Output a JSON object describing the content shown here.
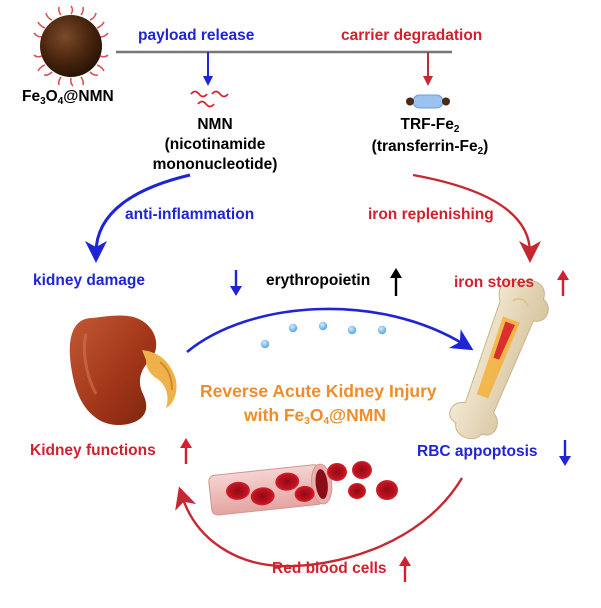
{
  "nanoparticle": {
    "name_prefix": "Fe",
    "sub1": "3",
    "mid": "O",
    "sub2": "4",
    "suffix": "@NMN"
  },
  "top": {
    "payload_release": "payload release",
    "carrier_degradation": "carrier degradation"
  },
  "nmn": {
    "title": "NMN",
    "full_line1": "(nicotinamide",
    "full_line2": "mononucleotide)"
  },
  "trf": {
    "title_prefix": "TRF-Fe",
    "title_sub": "2",
    "full_prefix": "(transferrin-Fe",
    "full_sub": "2",
    "full_suffix": ")"
  },
  "labels": {
    "anti_inflammation": "anti-inflammation",
    "iron_replenishing": "iron replenishing",
    "kidney_damage": "kidney damage",
    "erythropoietin": "erythropoietin",
    "iron_stores": "iron stores",
    "kidney_functions": "Kidney functions",
    "rbc_apoptosis": "RBC appoptosis",
    "red_blood_cells": "Red blood cells"
  },
  "center_title": {
    "line1": "Reverse Acute Kidney Injury",
    "line2_prefix": "with Fe",
    "line2_sub1": "3",
    "line2_mid": "O",
    "line2_sub2": "4",
    "line2_suffix": "@NMN"
  },
  "colors": {
    "blue": "#1f25d6",
    "red": "#d3202f",
    "orange_title": "#ef8d2b",
    "kidney": "#a53a1c",
    "bone": "#eadcc0",
    "rbc": "#c1121f"
  },
  "icons": {
    "up_arrow": "up-arrow-icon",
    "down_arrow": "down-arrow-icon"
  }
}
